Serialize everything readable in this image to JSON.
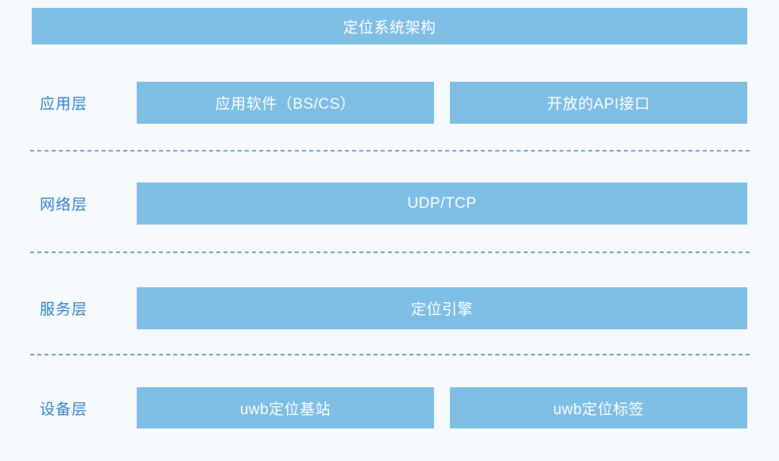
{
  "title": "定位系统架构",
  "layers": [
    {
      "id": "application",
      "label": "应用层",
      "boxes": [
        "应用软件（BS/CS）",
        "开放的API接口"
      ]
    },
    {
      "id": "network",
      "label": "网络层",
      "boxes": [
        "UDP/TCP"
      ]
    },
    {
      "id": "service",
      "label": "服务层",
      "boxes": [
        "定位引擎"
      ]
    },
    {
      "id": "device",
      "label": "设备层",
      "boxes": [
        "uwb定位基站",
        "uwb定位标签"
      ]
    }
  ],
  "colors": {
    "box_fill": "#7EBEE4",
    "box_text": "#FFFFFF",
    "label_text": "#2E7FC5",
    "divider": "#6FA0CB",
    "background": "#F7FAFD"
  }
}
